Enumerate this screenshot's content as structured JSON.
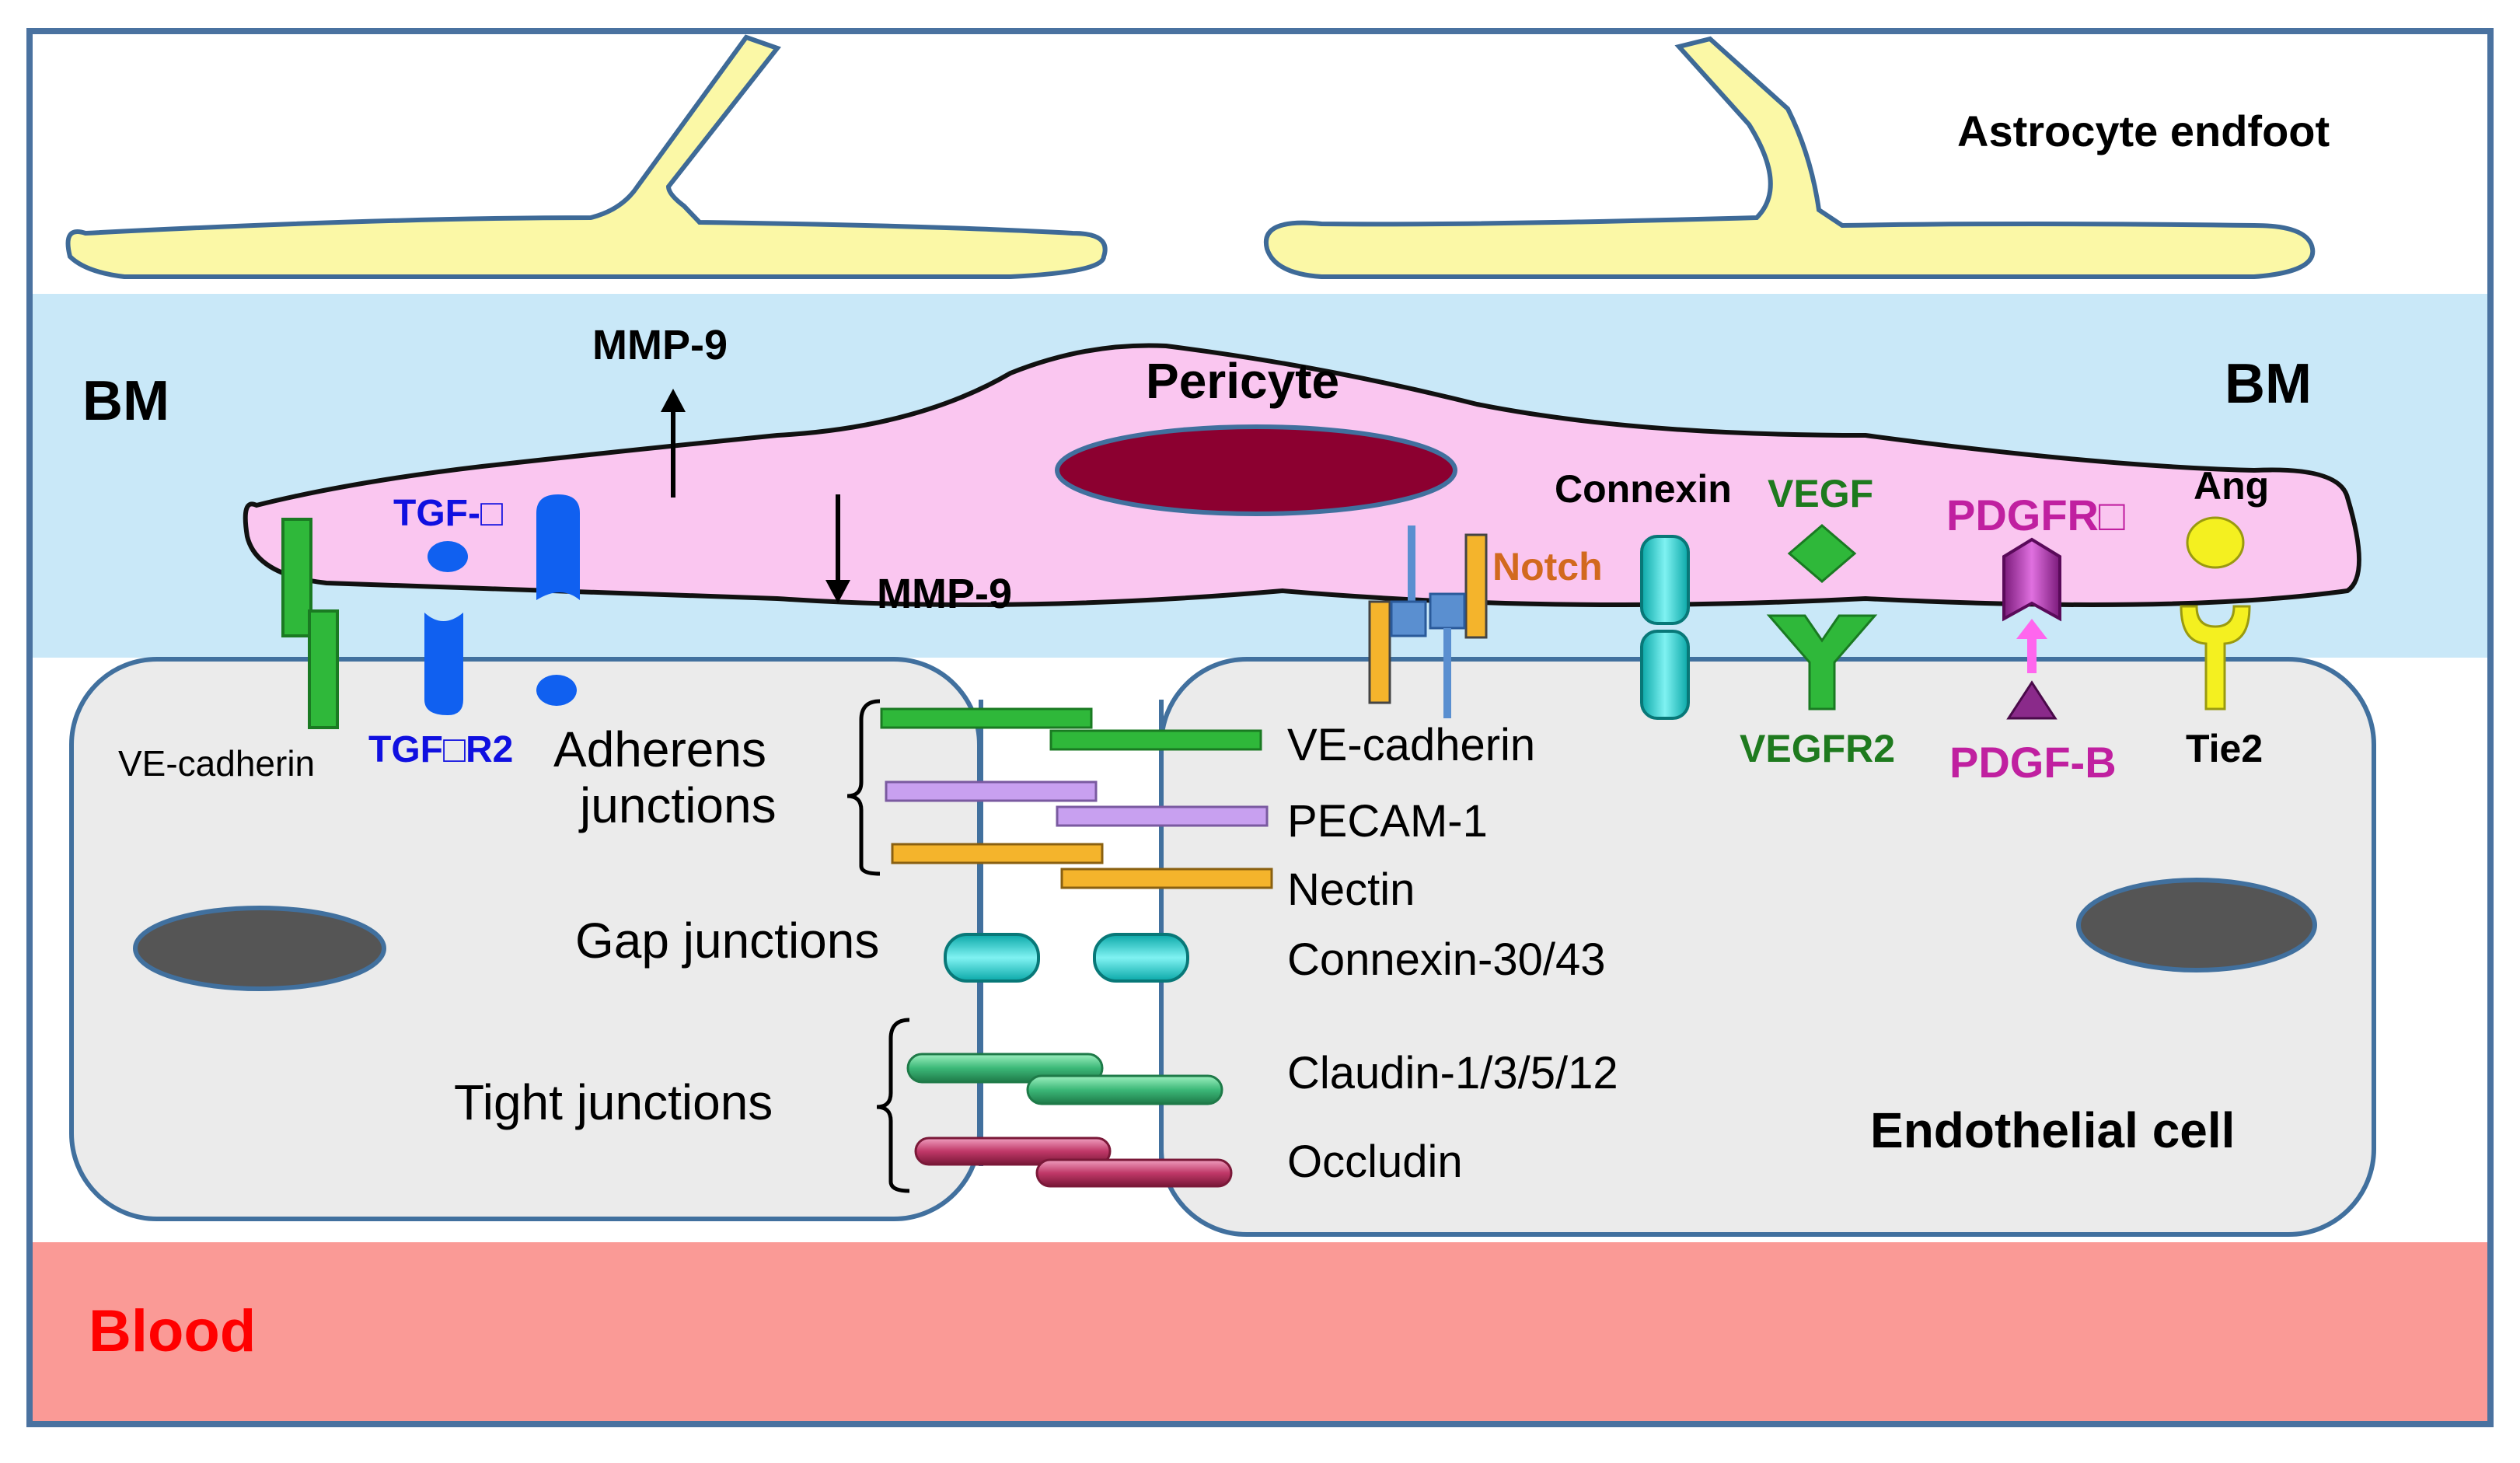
{
  "labels": {
    "astrocyte": "Astrocyte endfoot",
    "bm_left": "BM",
    "bm_right": "BM",
    "pericyte": "Pericyte",
    "mmp9_up": "MMP-9",
    "mmp9_down": "MMP-9",
    "tgf": "TGF-□",
    "tgfbr2": "TGF□R2",
    "ve_cadherin_left": "VE-cadherin",
    "adherens_line1": "Adherens",
    "adherens_line2": "junctions",
    "gap": "Gap junctions",
    "tight": "Tight junctions",
    "ve_cadherin": "VE-cadherin",
    "pecam": "PECAM-1",
    "nectin": "Nectin",
    "connexin_3043": "Connexin-30/43",
    "claudin": "Claudin-1/3/5/12",
    "occludin": "Occludin",
    "notch": "Notch",
    "connexin": "Connexin",
    "vegf": "VEGF",
    "vegfr2": "VEGFR2",
    "pdgfr": "PDGFR□",
    "pdgfb": "PDGF-B",
    "ang": "Ang",
    "tie2": "Tie2",
    "endothelial": "Endothelial cell",
    "blood": "Blood"
  },
  "colors": {
    "frame": "#4a72a0",
    "bm_band": "#c9e8f8",
    "astrocyte_fill": "#fbf8a6",
    "astrocyte_stroke": "#3e6a97",
    "pericyte_fill": "#fac6f0",
    "pericyte_nucleus": "#8c0030",
    "endothelial_fill": "#ebebeb",
    "endothelial_stroke": "#41709e",
    "endo_nucleus": "#555555",
    "blood": "#fa9a96",
    "blood_text": "#ff0000",
    "green": "#2fb83a",
    "lavender": "#c8a0f0",
    "orange": "#f4b42c",
    "cyan": "#1cc8c8",
    "tgf_blue": "#1060f0",
    "tgf_text": "#1010e0",
    "notch_text": "#d2691e",
    "vegf_text": "#1e7a1e",
    "pdgf_text": "#c020a0",
    "tie_yellow": "#f4f020",
    "steel": "#5a8fd0",
    "claudin_green": "#3cb878",
    "occludin_red": "#c03868"
  }
}
